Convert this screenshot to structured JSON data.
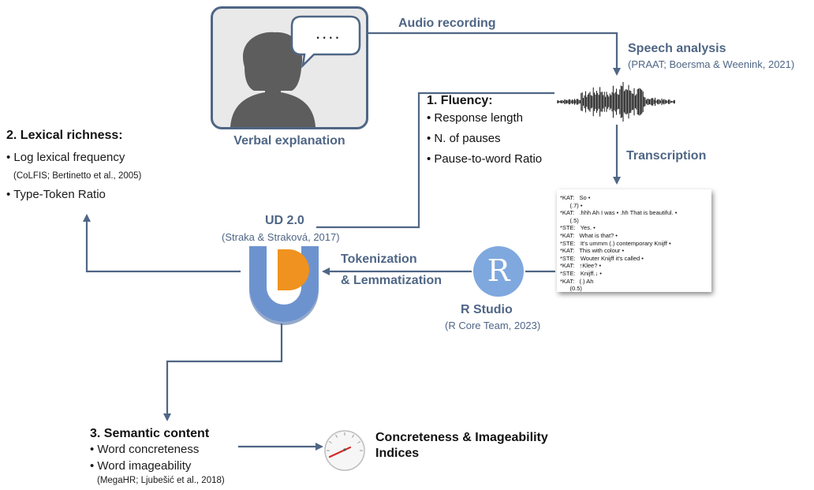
{
  "speaker": {
    "bubble_text": "....",
    "label": "Verbal explanation"
  },
  "audio_recording": "Audio recording",
  "speech_analysis": {
    "title": "Speech analysis",
    "citation": "(PRAAT; Boersma & Weenink, 2021)"
  },
  "fluency": {
    "title": "1. Fluency:",
    "items": [
      "• Response length",
      "• N. of pauses",
      "• Pause-to-word Ratio"
    ]
  },
  "lexical": {
    "title": "2. Lexical richness:",
    "item1": "• Log lexical frequency",
    "citation": "(CoLFIS; Bertinetto et al., 2005)",
    "item2": "• Type-Token Ratio"
  },
  "transcription": "Transcription",
  "transcript": [
    "*KAT:   So •",
    "      (.7) •",
    "*KAT:   .hhh Ah I was • .hh That is beautiful. •",
    "      (.5)",
    "*STE:   Yes. •",
    "*KAT:   What is that? •",
    "*STE:   It's ummm (.) contemporary Knijff •",
    "*KAT:   This with colour •",
    "*STE:   Wouter Knijff it's called •",
    "*KAT:   ↑Klee? •",
    "*STE:   Knijff.↓ •",
    "*KAT:   (.) Ah",
    "      (0.5)"
  ],
  "ud": {
    "title": "UD 2.0",
    "citation": "(Straka & Straková, 2017)"
  },
  "tokenization": "Tokenization",
  "lemmatization": "& Lemmatization",
  "rstudio": {
    "logo_letter": "R",
    "title": "R Studio",
    "citation": "(R Core Team, 2023)"
  },
  "semantic": {
    "title": "3. Semantic content",
    "item1": "• Word concreteness",
    "item2": "• Word imageability",
    "citation": "(MegaHR; Ljubešić et al., 2018)"
  },
  "indices": {
    "line1": "Concreteness & Imageability",
    "line2": "Indices"
  },
  "colors": {
    "flow_line": "#4f6685",
    "ud_blue": "#6d93cf",
    "ud_orange": "#f0921f",
    "r_circle": "#7fa8de",
    "gauge_needle": "#d62828"
  },
  "icons": [
    "person-icon",
    "speech-bubble-icon",
    "waveform-icon",
    "ud-logo-icon",
    "r-logo-icon",
    "gauge-icon"
  ]
}
